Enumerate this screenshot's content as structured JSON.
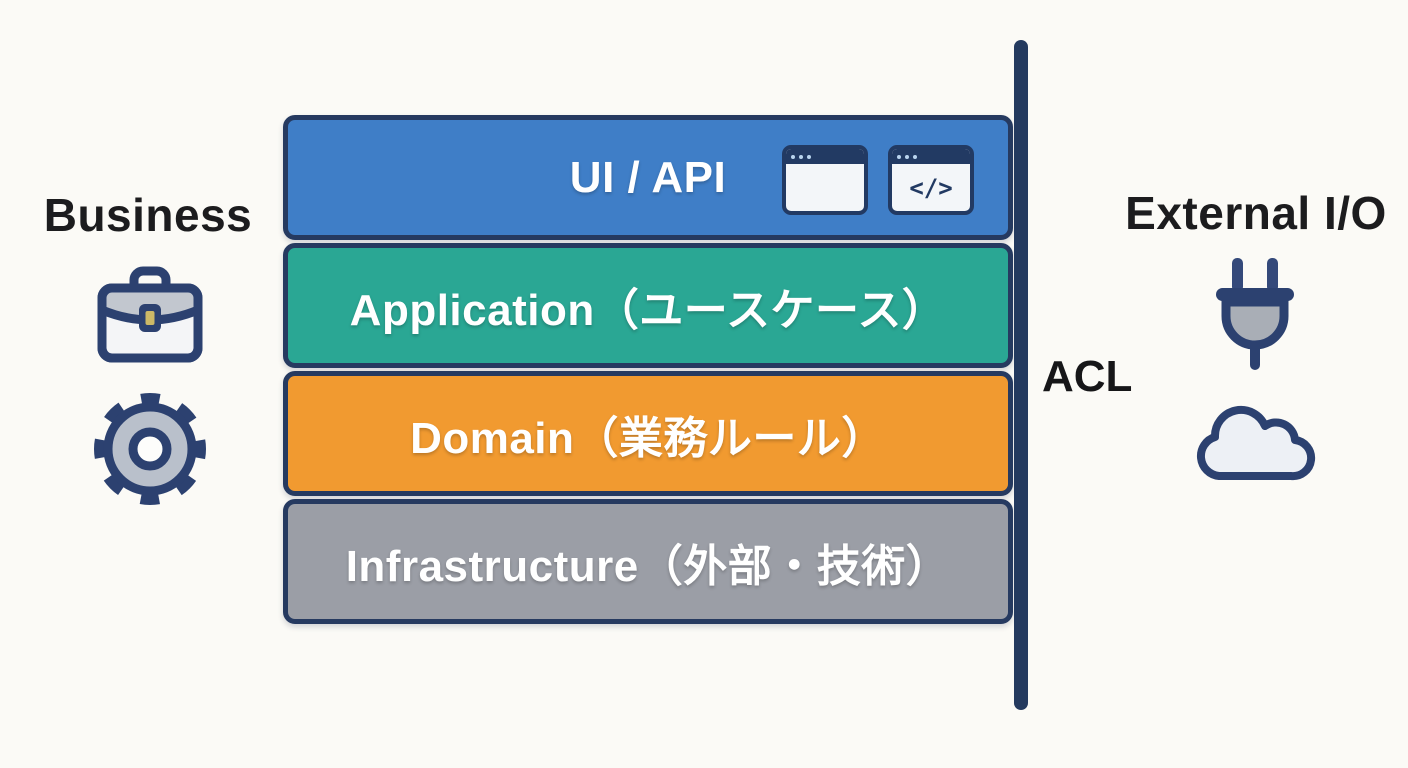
{
  "business": {
    "label": "Business"
  },
  "external": {
    "label": "External I/O"
  },
  "acl": {
    "label": "ACL"
  },
  "layers": [
    {
      "name": "ui-api",
      "label": "UI / API",
      "color": "#3f7ec7"
    },
    {
      "name": "application",
      "label": "Application（ユースケース）",
      "color": "#2aa794"
    },
    {
      "name": "domain",
      "label": "Domain（業務ルール）",
      "color": "#f19a30"
    },
    {
      "name": "infrastructure",
      "label": "Infrastructure（外部・技術）",
      "color": "#9b9ea6"
    }
  ],
  "icons": {
    "left": [
      "briefcase-icon",
      "gear-icon"
    ],
    "ui_layer": [
      "browser-window-icon",
      "code-window-icon"
    ],
    "right": [
      "plug-icon",
      "cloud-icon"
    ],
    "code_glyph": "</>"
  },
  "colors": {
    "background": "#fbfaf6",
    "border_navy": "#263a60",
    "boundary_line": "#243a5f",
    "layer_text": "#ffffff",
    "label_text": "#1c1c1e",
    "icon_navy": "#2c4170"
  }
}
